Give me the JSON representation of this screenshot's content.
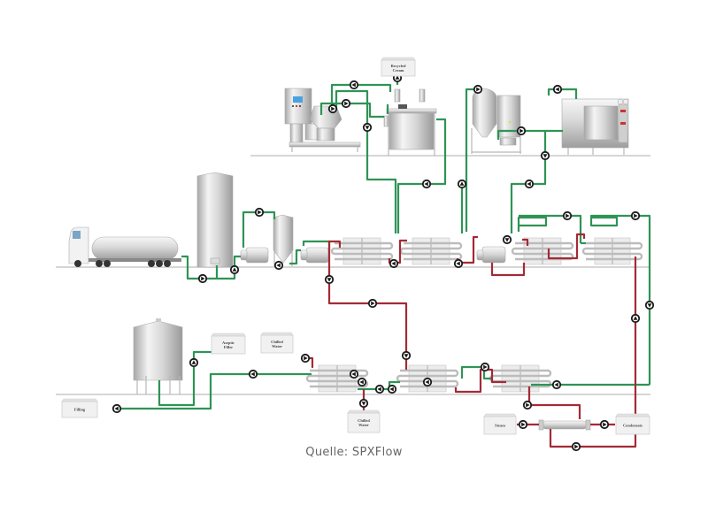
{
  "diagram": {
    "title": "Dairy processing plant flow diagram",
    "colors": {
      "product_line": "#2e9455",
      "heating_cooling_line": "#a42a35",
      "flow_marker": "#1a1a1a",
      "floor_line": "#c8c8c8",
      "label_box": "#f1f1f1"
    },
    "labels": {
      "recycled_cream": [
        "Recycled",
        "Cream"
      ],
      "aseptic_filler": [
        "Aseptic",
        "Filler"
      ],
      "chilled_water_in": [
        "Chilled",
        "Water"
      ],
      "chilled_water_out": [
        "Chilled",
        "Water"
      ],
      "filling": [
        "Filling"
      ],
      "steam": [
        "Steam"
      ],
      "condensate": [
        "Condensate"
      ]
    },
    "equipment": [
      {
        "name": "tanker-truck",
        "icon": "tanker-truck-icon"
      },
      {
        "name": "raw-milk-silo",
        "icon": "silo-icon"
      },
      {
        "name": "feed-pump-1",
        "icon": "pump-icon"
      },
      {
        "name": "balance-tank",
        "icon": "conical-tank-icon"
      },
      {
        "name": "feed-pump-2",
        "icon": "pump-icon"
      },
      {
        "name": "separator",
        "icon": "centrifugal-separator-icon"
      },
      {
        "name": "standardization-vessel",
        "icon": "mixing-vessel-icon"
      },
      {
        "name": "mixing-tank-skid",
        "icon": "process-tank-icon"
      },
      {
        "name": "homogenizer",
        "icon": "homogenizer-icon"
      },
      {
        "name": "tubular-heat-exchangers",
        "icon": "heat-exchanger-icon"
      },
      {
        "name": "booster-pump",
        "icon": "pump-icon"
      },
      {
        "name": "aseptic-tank",
        "icon": "storage-tank-icon"
      },
      {
        "name": "steam-heater",
        "icon": "tube-heater-icon"
      }
    ],
    "flow_marker_icon": "flow-direction-arrow-icon"
  },
  "caption": "Quelle:  SPXFlow"
}
